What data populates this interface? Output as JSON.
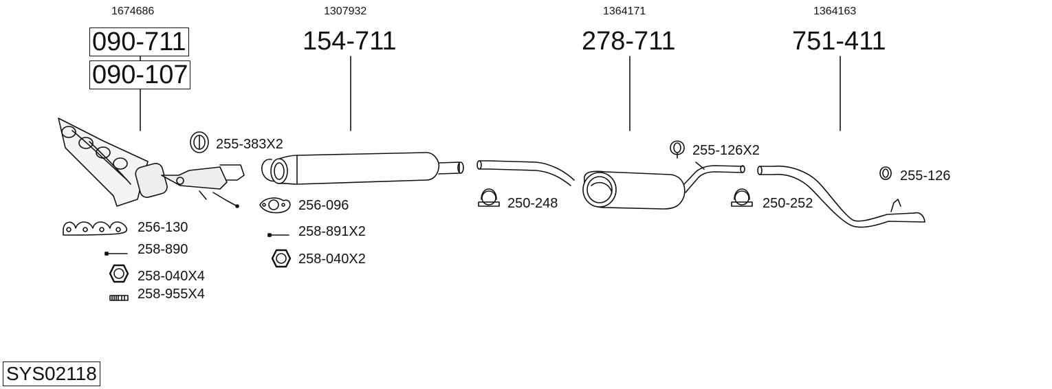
{
  "system_code": "SYS02118",
  "groups": [
    {
      "oem": "1674686",
      "parts": [
        "090-711",
        "090-107"
      ]
    },
    {
      "oem": "1307932",
      "parts": [
        "154-711"
      ]
    },
    {
      "oem": "1364171",
      "parts": [
        "278-711"
      ]
    },
    {
      "oem": "1364163",
      "parts": [
        "751-411"
      ]
    }
  ],
  "accessories": {
    "hanger_1": "255-383X2",
    "gasket_manifold": "256-130",
    "bolt_1": "258-890",
    "nut_1": "258-040X4",
    "stud": "258-955X4",
    "gasket_flange": "256-096",
    "bolt_2": "258-891X2",
    "nut_2": "258-040X2",
    "clamp_1": "250-248",
    "hanger_2": "255-126X2",
    "clamp_2": "250-252",
    "hanger_3": "255-126"
  }
}
